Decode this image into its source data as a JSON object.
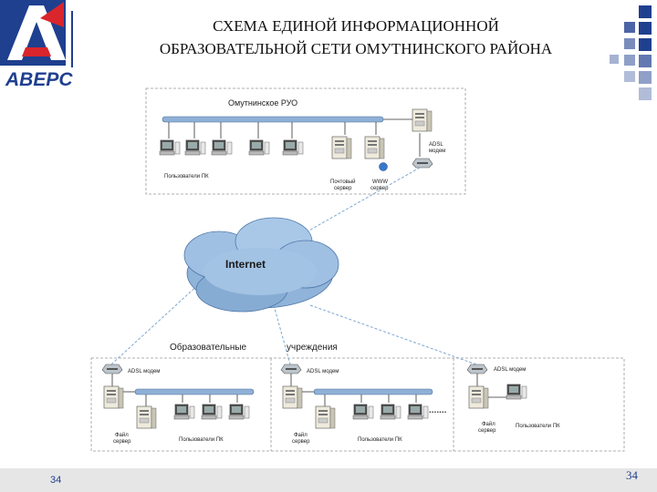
{
  "logo": {
    "text": "АВЕРС"
  },
  "title": {
    "line1": "СХЕМА ЕДИНОЙ ИНФОРМАЦИОННОЙ",
    "line2": "ОБРАЗОВАТЕЛЬНОЙ СЕТИ ОМУТНИНСКОГО РАЙОНА"
  },
  "diagram": {
    "ruo_label": "Омутнинское РУО",
    "ruo_users_label": "Пользователи ПК",
    "mail_server_label": [
      "Почтовый",
      "сервер"
    ],
    "www_server_label": [
      "WWW",
      "сервер"
    ],
    "adsl_modem_label": [
      "ADSL",
      "модем"
    ],
    "internet_label": "Internet",
    "edu_label_left": "Образовательные",
    "edu_label_right": "учреждения",
    "school_adsl_label": "ADSL модем",
    "file_server_label": [
      "Файл",
      "сервер"
    ],
    "school_users_label": "Пользователи ПК",
    "ellipsis": "......."
  },
  "footer": {
    "page_left": "34",
    "page_right": "34"
  },
  "colors": {
    "accent": "#1f3f8f",
    "logo_red": "#d9252b",
    "cloud": "#8fb3d9"
  }
}
